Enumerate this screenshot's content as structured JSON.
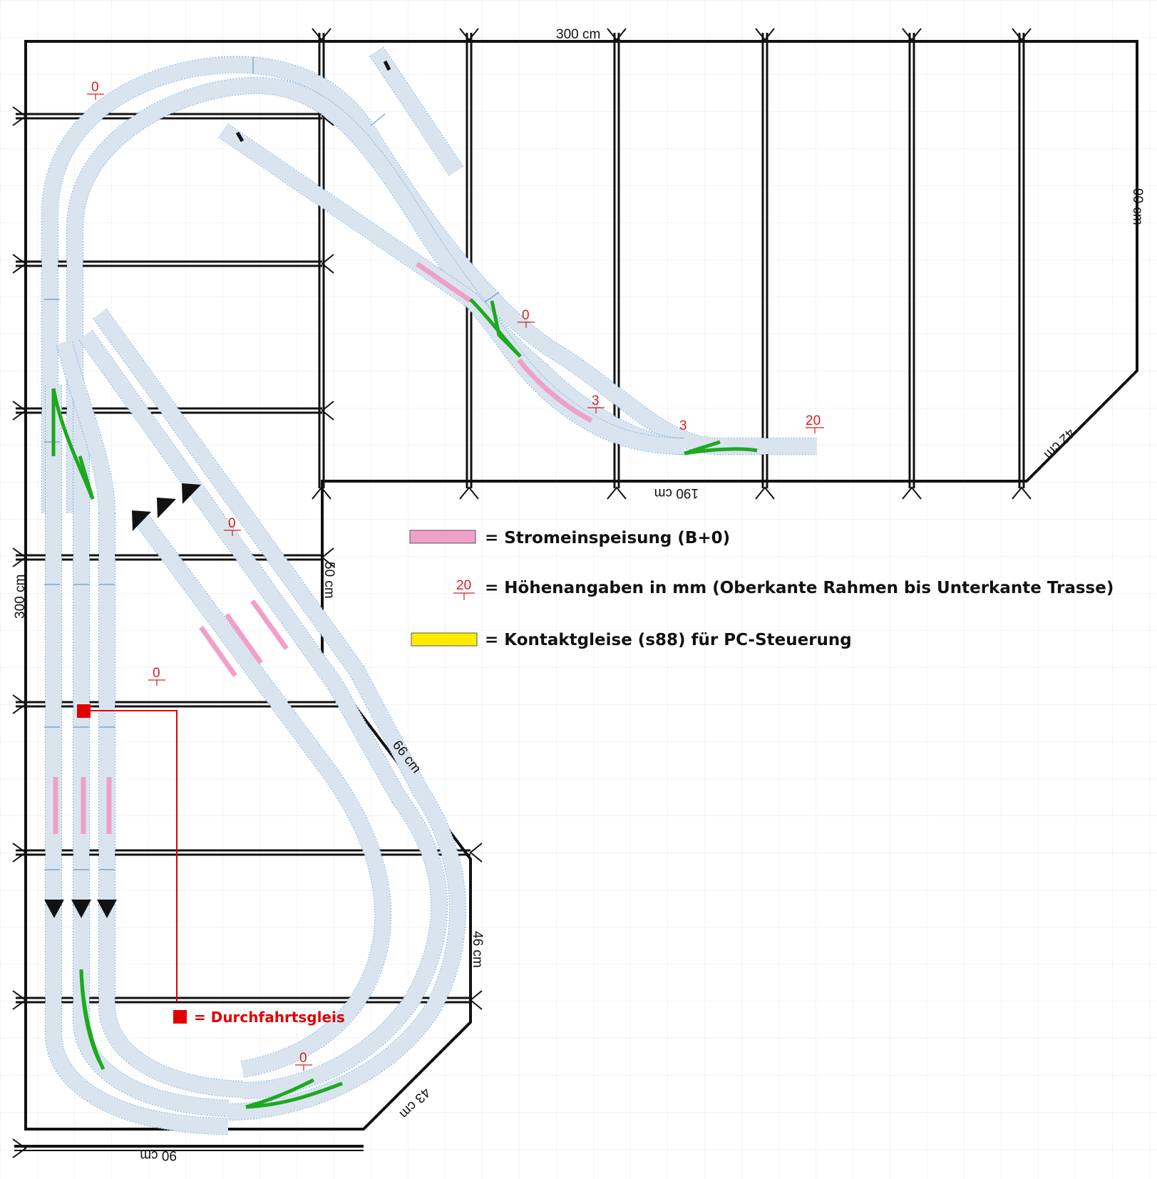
{
  "dimensions": {
    "top": "300 cm",
    "right": "90 cm",
    "diag_right": "42 cm",
    "inner_bottom": "190 cm",
    "inner_left": "50 cm",
    "diag_mid": "66 cm",
    "mid_right": "46 cm",
    "diag_low": "43 cm",
    "bottom": "90 cm",
    "left": "300 cm"
  },
  "heights": [
    {
      "value": "0"
    },
    {
      "value": "0"
    },
    {
      "value": "3"
    },
    {
      "value": "3"
    },
    {
      "value": "20"
    },
    {
      "value": "0"
    },
    {
      "value": "0"
    },
    {
      "value": "0"
    }
  ],
  "legend": {
    "feed_label": "= Stromeinspeisung (B+0)",
    "height_sample": "20",
    "height_label": "= Höhenangaben in mm (Oberkante Rahmen bis Unterkante Trasse)",
    "contact_label": "= Kontaktgleise (s88) für PC-Steuerung",
    "through_label": "= Durchfahrtsgleis"
  },
  "colors": {
    "feed": "#f0a0c8",
    "contact": "#ffec00",
    "switch": "#1ea81e",
    "through": "#e00000",
    "track": "#d9e4ef",
    "frame": "#111111"
  }
}
